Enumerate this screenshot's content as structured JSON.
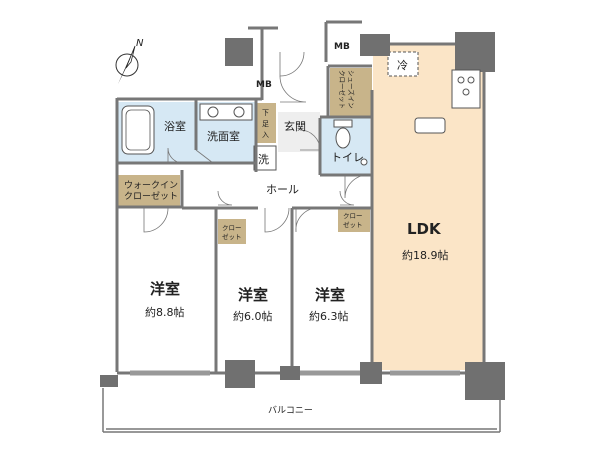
{
  "compass": {
    "label": "N"
  },
  "rooms": {
    "ldk": {
      "name": "LDK",
      "area": "約18.9帖"
    },
    "western1": {
      "name": "洋室",
      "area": "約8.8帖"
    },
    "western2": {
      "name": "洋室",
      "area": "約6.0帖"
    },
    "western3": {
      "name": "洋室",
      "area": "約6.3帖"
    },
    "bath": "浴室",
    "washroom": "洗面室",
    "entrance": "玄関",
    "toilet": "トイレ",
    "hall": "ホール",
    "balcony": "バルコニー",
    "walkin": [
      "ウォークイン",
      "クローゼット"
    ],
    "closet1": [
      "クロー",
      "ゼット"
    ],
    "closet2": [
      "クロー",
      "ゼット"
    ],
    "shoes_closet": [
      "シューズイン",
      "クローゼット"
    ],
    "shoebox": [
      "下",
      "足",
      "入"
    ],
    "washer": "洗",
    "fridge": "冷",
    "mb_left": "MB",
    "mb_top": "MB"
  },
  "colors": {
    "ldk_floor": "#fbe5c7",
    "closet": "#c8b48a",
    "wet_area": "#d6e8f4",
    "pillar": "#707070",
    "wall": "#777777"
  }
}
